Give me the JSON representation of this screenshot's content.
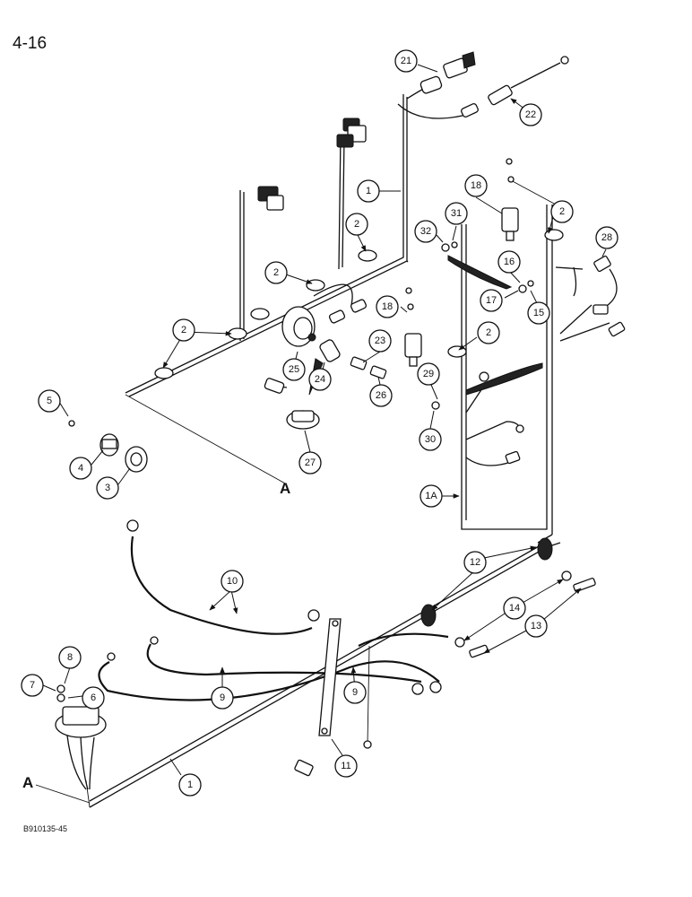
{
  "page_number": "4-16",
  "figure_code": "B910135-45",
  "section_mark": "A",
  "callouts": [
    {
      "id": "c21",
      "label": "21"
    },
    {
      "id": "c22",
      "label": "22"
    },
    {
      "id": "c1a",
      "label": "1"
    },
    {
      "id": "c18a",
      "label": "18"
    },
    {
      "id": "c2a",
      "label": "2"
    },
    {
      "id": "c2b",
      "label": "2"
    },
    {
      "id": "c31",
      "label": "31"
    },
    {
      "id": "c32",
      "label": "32"
    },
    {
      "id": "c28",
      "label": "28"
    },
    {
      "id": "c2c",
      "label": "2"
    },
    {
      "id": "c16",
      "label": "16"
    },
    {
      "id": "c17",
      "label": "17"
    },
    {
      "id": "c15",
      "label": "15"
    },
    {
      "id": "c18b",
      "label": "18"
    },
    {
      "id": "c2d",
      "label": "2"
    },
    {
      "id": "c2e",
      "label": "2"
    },
    {
      "id": "c23",
      "label": "23"
    },
    {
      "id": "c25",
      "label": "25"
    },
    {
      "id": "c24",
      "label": "24"
    },
    {
      "id": "c26",
      "label": "26"
    },
    {
      "id": "c29",
      "label": "29"
    },
    {
      "id": "c30",
      "label": "30"
    },
    {
      "id": "c5",
      "label": "5"
    },
    {
      "id": "c27",
      "label": "27"
    },
    {
      "id": "c4",
      "label": "4"
    },
    {
      "id": "c3",
      "label": "3"
    },
    {
      "id": "c1A",
      "label": "1A"
    },
    {
      "id": "c12",
      "label": "12"
    },
    {
      "id": "c10",
      "label": "10"
    },
    {
      "id": "c14",
      "label": "14"
    },
    {
      "id": "c13",
      "label": "13"
    },
    {
      "id": "c8",
      "label": "8"
    },
    {
      "id": "c7",
      "label": "7"
    },
    {
      "id": "c6",
      "label": "6"
    },
    {
      "id": "c9a",
      "label": "9"
    },
    {
      "id": "c9b",
      "label": "9"
    },
    {
      "id": "c11",
      "label": "11"
    },
    {
      "id": "c1b",
      "label": "1"
    }
  ]
}
